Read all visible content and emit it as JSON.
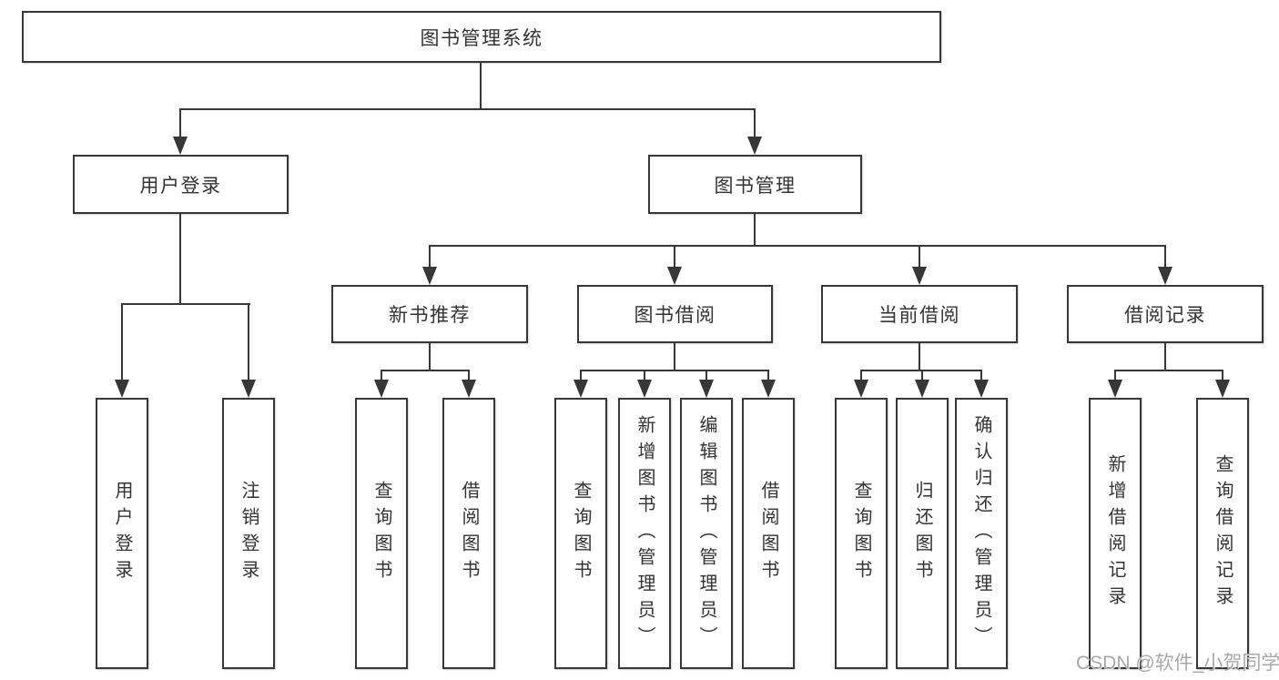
{
  "diagram": {
    "root": {
      "label": "图书管理系统"
    },
    "level2": [
      {
        "label": "用户登录"
      },
      {
        "label": "图书管理"
      }
    ],
    "level3": [
      {
        "label": "新书推荐"
      },
      {
        "label": "图书借阅"
      },
      {
        "label": "当前借阅"
      },
      {
        "label": "借阅记录"
      }
    ],
    "leaves": {
      "login": [
        "用户登录",
        "注销登录"
      ],
      "newbook": [
        "查询图书",
        "借阅图书"
      ],
      "borrow": [
        "查询图书",
        "新增图书（管理员）",
        "编辑图书（管理员）",
        "借阅图书"
      ],
      "current": [
        "查询图书",
        "归还图书",
        "确认归还（管理员）"
      ],
      "records": [
        "新增借阅记录",
        "查询借阅记录"
      ]
    }
  },
  "watermark": "CSDN @软件_小贺同学",
  "colors": {
    "line": "#373737",
    "text": "#333333",
    "watermark": "#a8a8a8",
    "background": "#ffffff"
  }
}
